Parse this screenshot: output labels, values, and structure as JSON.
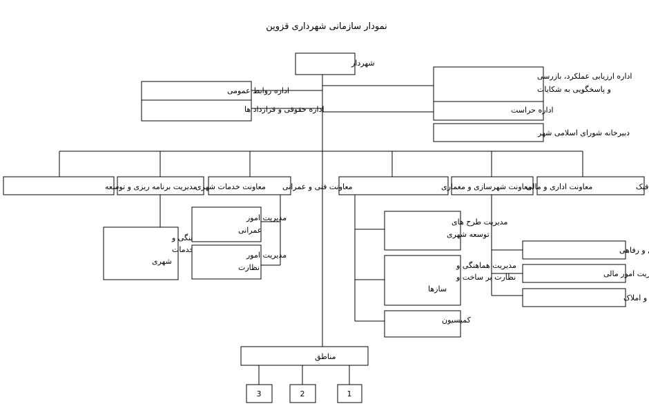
{
  "title": "نمودار سازمانی شهرداری قزوین",
  "mayor": "شهردار",
  "staff_left": {
    "public_relations": "اداره روابط عمومی",
    "legal_contracts": "اداره حقوقی و قرارداد ها"
  },
  "staff_right": {
    "evaluation": [
      "اداره ارزیابی عملکرد، بازرسی",
      "و پاسخگویی به شکایات"
    ],
    "protection": "اداره  حراست",
    "council_secretariat": "دبیرخانه شورای اسلامی شهر"
  },
  "deputies": {
    "transport": "معاونت حمل و نقل و ترافیک",
    "admin_finance": "معاونت اداری و مالی",
    "urban_planning": "معاونت شهرسازی و معماری",
    "technical": "معاونت فنی و عمرانی",
    "urban_services": "معاونت خدمات شهری",
    "planning": "مدیریت برنامه ریزی و توسعه"
  },
  "admin_finance_units": {
    "admin_welfare": "مدیریت امور اداری و رفاهی",
    "finance": "مدیریت امور مالی",
    "revenue_property": "مدیریت درآمد و املاک"
  },
  "urban_planning_units": {
    "plans": [
      "مدیریت طرح های",
      "توسعه شهری"
    ],
    "supervision": [
      "مدیریت هماهنگی و",
      "نظارت بر ساخت و",
      "سازها"
    ],
    "commission": "کمیسیون"
  },
  "technical_units": {
    "construction": [
      "مدیریت امور",
      "عمرانی"
    ],
    "supervision": [
      "مدیریت امور",
      "نظارت"
    ]
  },
  "urban_services_units": {
    "coordination": [
      "مدیریت هماهنگی و",
      "نظارت بر خدمات",
      "شهری"
    ]
  },
  "regions": {
    "label": "مناطق",
    "items": [
      "3",
      "2",
      "1"
    ]
  }
}
